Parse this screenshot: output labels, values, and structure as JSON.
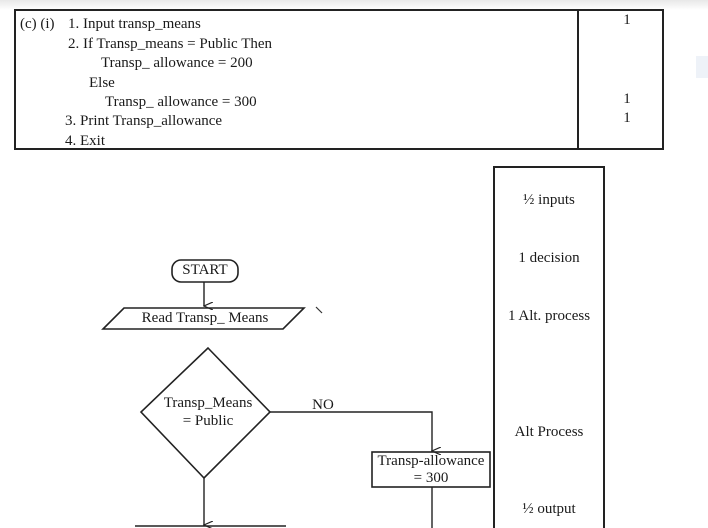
{
  "answer": {
    "label": "(c)  (i)",
    "lines": [
      "1.  Input transp_means",
      "2.  If Transp_means = Public Then",
      "Transp_ allowance = 200",
      "Else",
      "Transp_ allowance = 300",
      "3.  Print Transp_allowance",
      "4.  Exit"
    ],
    "marks": [
      "1",
      "1",
      "1"
    ]
  },
  "flowchart": {
    "start": "START",
    "input": "Read Transp_ Means",
    "decision_line1": "Transp_Means",
    "decision_line2": "=  Public",
    "no_label": "NO",
    "process_line1": "Transp-allowance",
    "process_line2": "=  300"
  },
  "marking_scheme": {
    "items": [
      "½ inputs",
      "1 decision",
      "1 Alt. process",
      "Alt Process",
      "½ output"
    ]
  }
}
